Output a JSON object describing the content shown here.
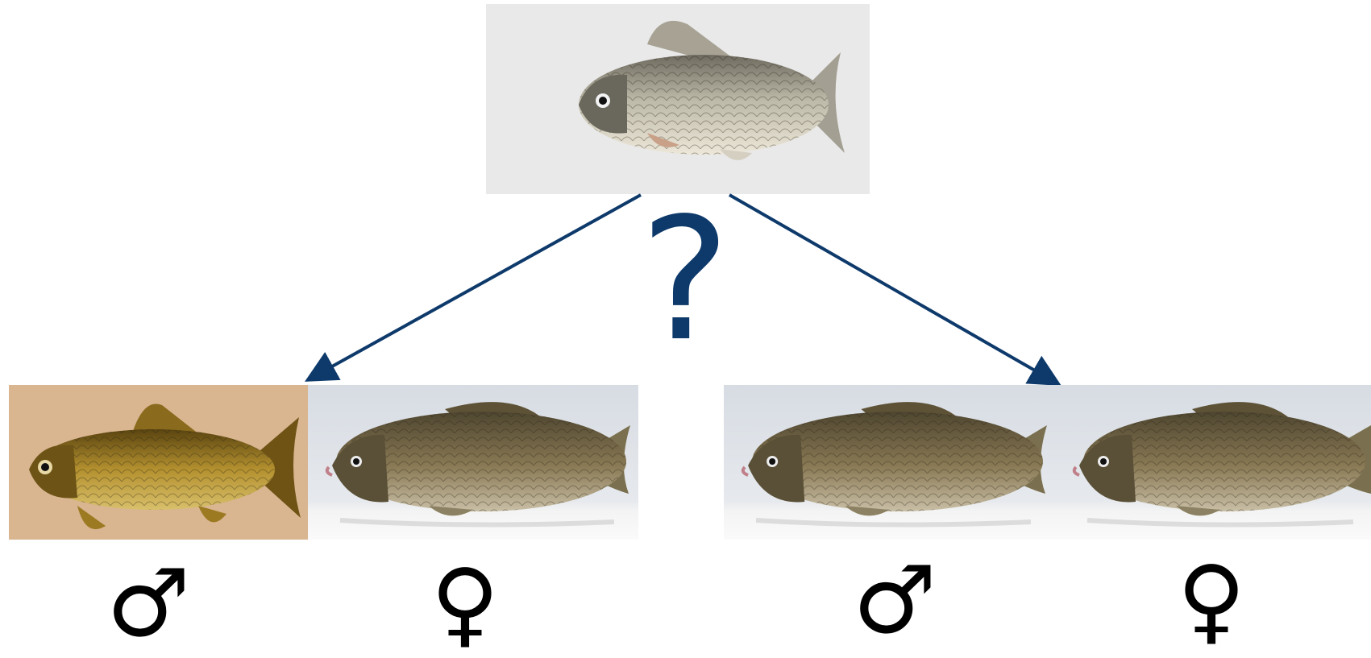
{
  "center_label": "?",
  "colors": {
    "arrow": "#0e3a6b",
    "question": "#0e3a6b",
    "silver_fish_bg": "#e9e9e9",
    "gold_fish_bg": "#d9b590",
    "carp_bg": "#dfe4ea"
  },
  "parent": {
    "icon": "silver-crucian-carp-photo"
  },
  "offspring": [
    {
      "photo": "goldfish-photo",
      "symbol": "♂"
    },
    {
      "photo": "crucian-carp-photo",
      "symbol": "♀"
    },
    {
      "photo": "crucian-carp-photo",
      "symbol": "♂"
    },
    {
      "photo": "crucian-carp-photo",
      "symbol": "♀"
    }
  ]
}
